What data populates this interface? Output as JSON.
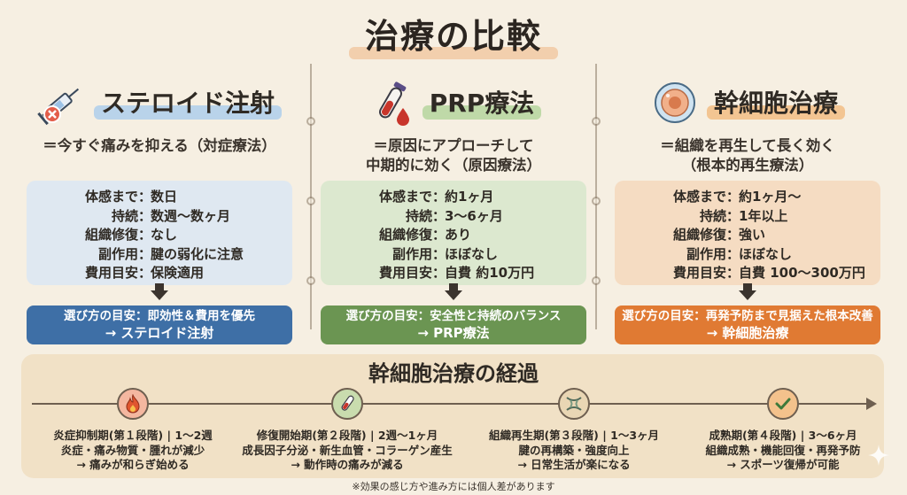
{
  "title": "治療の比較",
  "columns": [
    {
      "name": "ステロイド注射",
      "icon": "syringe-icon",
      "subtitle": [
        "＝今すぐ痛みを抑える（対症療法）"
      ],
      "rows": [
        {
          "k": "体感まで",
          "v": "数日"
        },
        {
          "k": "持続",
          "v": "数週〜数ヶ月"
        },
        {
          "k": "組織修復",
          "v": "なし"
        },
        {
          "k": "副作用",
          "v": "腱の弱化に注意"
        },
        {
          "k": "費用目安",
          "v": "保険適用"
        }
      ],
      "guide_line1": "選び方の目安：即効性＆費用を優先",
      "guide_line2": "→ ステロイド注射",
      "colors": {
        "highlight": "#b9d3ea",
        "box": "#dfe8f1",
        "guide": "#3e6fa6"
      }
    },
    {
      "name": "PRP療法",
      "icon": "blood-tube-icon",
      "subtitle": [
        "＝原因にアプローチして",
        "中期的に効く（原因療法）"
      ],
      "rows": [
        {
          "k": "体感まで",
          "v": "約1ヶ月"
        },
        {
          "k": "持続",
          "v": "3〜6ヶ月"
        },
        {
          "k": "組織修復",
          "v": "あり"
        },
        {
          "k": "副作用",
          "v": "ほぼなし"
        },
        {
          "k": "費用目安",
          "v": "自費 約10万円"
        }
      ],
      "guide_line1": "選び方の目安：安全性と持続のバランス",
      "guide_line2": "→ PRP療法",
      "colors": {
        "highlight": "#bfd9a8",
        "box": "#dce8cf",
        "guide": "#6b9552"
      }
    },
    {
      "name": "幹細胞治療",
      "icon": "stem-cell-icon",
      "subtitle": [
        "＝組織を再生して長く効く",
        "（根本的再生療法）"
      ],
      "rows": [
        {
          "k": "体感まで",
          "v": "約1ヶ月〜"
        },
        {
          "k": "持続",
          "v": "1年以上"
        },
        {
          "k": "組織修復",
          "v": "強い"
        },
        {
          "k": "副作用",
          "v": "ほぼなし"
        },
        {
          "k": "費用目安",
          "v": "自費 100〜300万円"
        }
      ],
      "guide_line1": "選び方の目安：再発予防まで見据えた根本改善",
      "guide_line2": "→ 幹細胞治療",
      "colors": {
        "highlight": "#f3c592",
        "box": "#f5dcc2",
        "guide": "#e07a33"
      }
    }
  ],
  "timeline": {
    "title": "幹細胞治療の経過",
    "stages": [
      {
        "icon": "flame-icon",
        "line1": "炎症抑制期(第１段階) | 1〜2週",
        "line2": "炎症・痛み物質・腫れが減少",
        "line3": "→ 痛みが和らぎ始める",
        "color": "#f4b7a0"
      },
      {
        "icon": "test-tube-icon",
        "line1": "修復開始期(第２段階) | 2週〜1ヶ月",
        "line2": "成長因子分泌・新生血管・コラーゲン産生",
        "line3": "→ 動作時の痛みが減る",
        "color": "#c9dcae"
      },
      {
        "icon": "tendon-icon",
        "line1": "組織再生期(第３段階) | 1〜3ヶ月",
        "line2": "腱の再構築・強度向上",
        "line3": "→ 日常生活が楽になる",
        "color": "#e9d6b4"
      },
      {
        "icon": "check-icon",
        "line1": "成熟期(第４段階) | 3〜6ヶ月",
        "line2": "組織成熟・機能回復・再発予防",
        "line3": "→ スポーツ復帰が可能",
        "color": "#f4c28c"
      }
    ]
  },
  "footnote": "※効果の感じ方や進み方には個人差があります"
}
